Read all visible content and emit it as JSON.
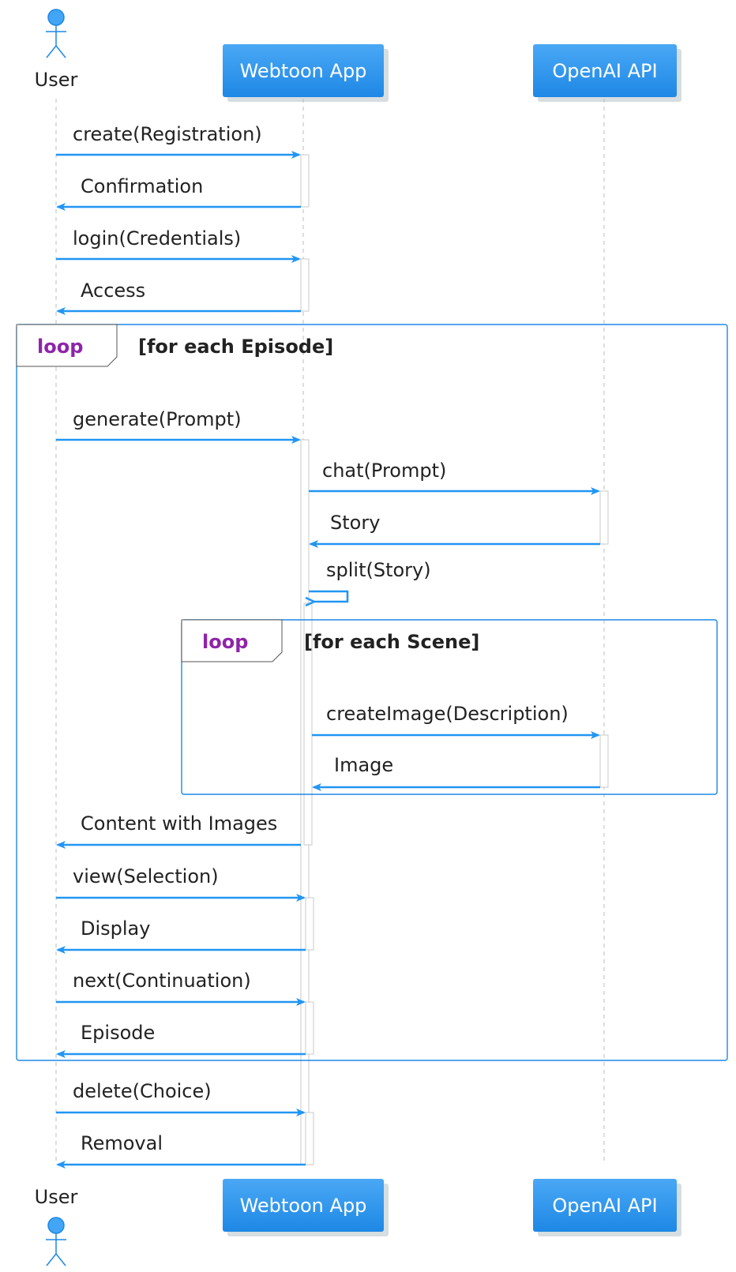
{
  "participants": {
    "user": {
      "label": "User",
      "icon": "stick-figure-actor"
    },
    "app": {
      "label": "Webtoon App"
    },
    "api": {
      "label": "OpenAI API"
    }
  },
  "messages": {
    "m1": "create(Registration)",
    "m2": "Confirmation",
    "m3": "login(Credentials)",
    "m4": "Access",
    "m5": "generate(Prompt)",
    "m6": "chat(Prompt)",
    "m7": "Story",
    "m8": "split(Story)",
    "m9": "createImage(Description)",
    "m10": "Image",
    "m11": "Content with Images",
    "m12": "view(Selection)",
    "m13": "Display",
    "m14": "next(Continuation)",
    "m15": "Episode",
    "m16": "delete(Choice)",
    "m17": "Removal"
  },
  "loops": {
    "outer": {
      "keyword": "loop",
      "guard": "[for each Episode]"
    },
    "inner": {
      "keyword": "loop",
      "guard": "[for each Scene]"
    }
  },
  "colors": {
    "arrow": "#2196f3",
    "participant_box_top": "#4aa8f5",
    "participant_box_bottom": "#1e88e5",
    "loop_keyword": "#8e24aa",
    "frame_border": "#1e88e5"
  }
}
